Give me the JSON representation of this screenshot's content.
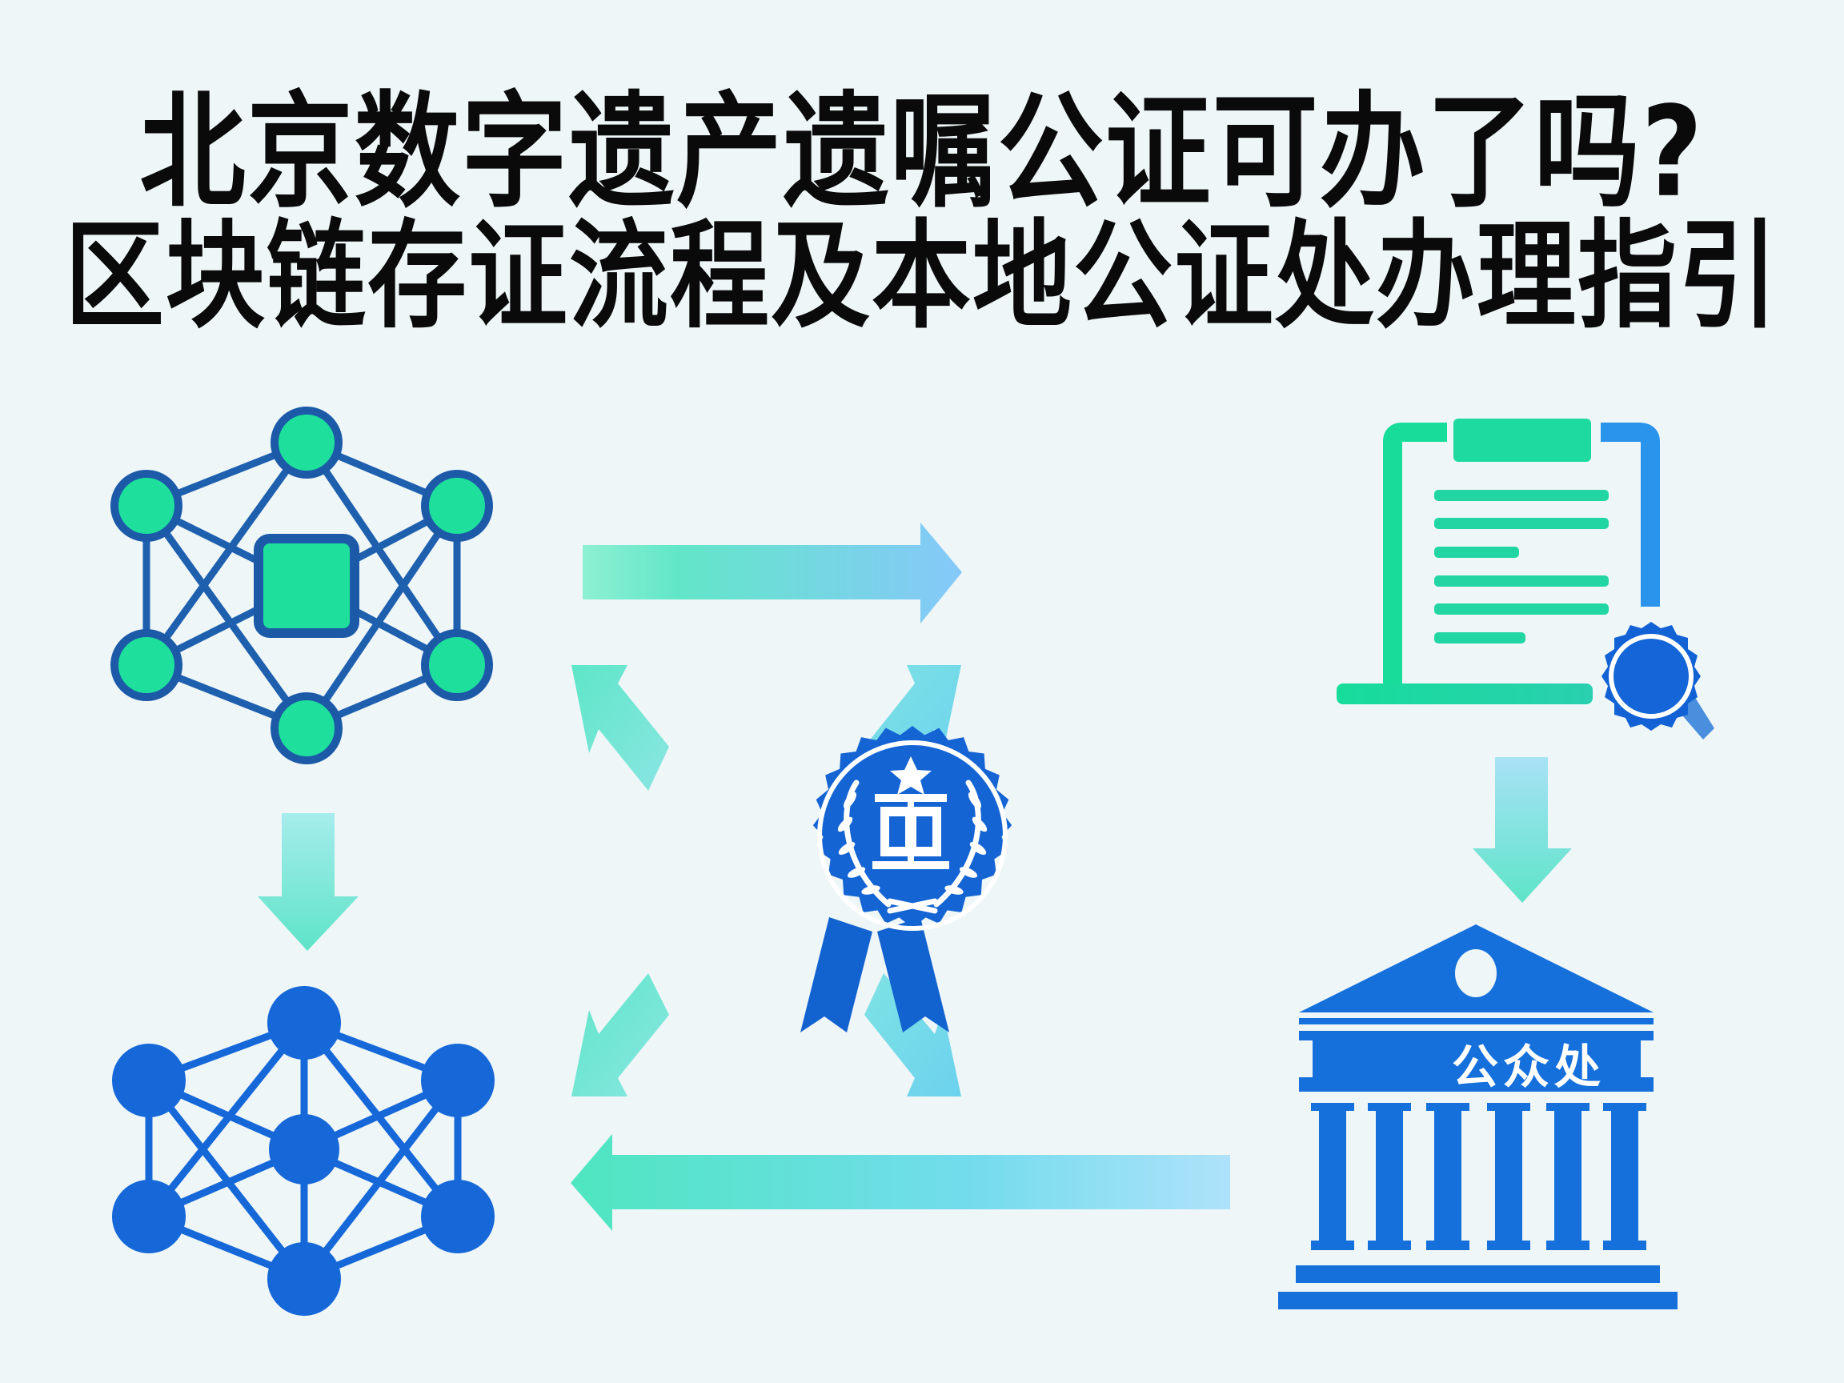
{
  "header": {
    "title_line1": "北京数字遗产遗嘱公证可办了吗?",
    "title_line2": "区块链存证流程及本地公证处办理指引"
  },
  "diagram": {
    "nodes": [
      {
        "id": "blockchain-network-hub",
        "icon": "network-hub-icon",
        "position": "top-left",
        "description": "green nodes network with central square"
      },
      {
        "id": "blockchain-network-mesh",
        "icon": "network-mesh-icon",
        "position": "bottom-left",
        "description": "blue node mesh network"
      },
      {
        "id": "notary-seal",
        "icon": "award-seal-icon",
        "position": "center",
        "description": "blue rosette badge with star, laurel wreath and emblem"
      },
      {
        "id": "certified-document",
        "icon": "certificate-document-icon",
        "position": "top-right",
        "description": "clipboard document with blue seal"
      },
      {
        "id": "notary-office",
        "icon": "government-building-icon",
        "position": "bottom-right",
        "label": "公众处"
      }
    ],
    "arrows": [
      {
        "from": "blockchain-network-hub",
        "to": "certified-document",
        "direction": "right"
      },
      {
        "from": "notary-office",
        "to": "blockchain-network-mesh",
        "direction": "left"
      },
      {
        "from": "blockchain-network-hub",
        "to": "blockchain-network-mesh",
        "direction": "down"
      },
      {
        "from": "certified-document",
        "to": "notary-office",
        "direction": "down"
      },
      {
        "from": "notary-seal",
        "to": "blockchain-network-hub",
        "direction": "up-left"
      },
      {
        "from": "notary-seal",
        "to": "certified-document",
        "direction": "up-right"
      },
      {
        "from": "notary-seal",
        "to": "blockchain-network-mesh",
        "direction": "down-left"
      },
      {
        "from": "notary-seal",
        "to": "notary-office",
        "direction": "down-right"
      }
    ]
  },
  "colors": {
    "background": "#eef6f8",
    "title": "#0a0a0a",
    "green": "#1fdc9c",
    "blue": "#1466d6",
    "navy_stroke": "#1a58a8",
    "arrow_green": "#5ee6c4",
    "arrow_blue": "#86cdf6"
  }
}
